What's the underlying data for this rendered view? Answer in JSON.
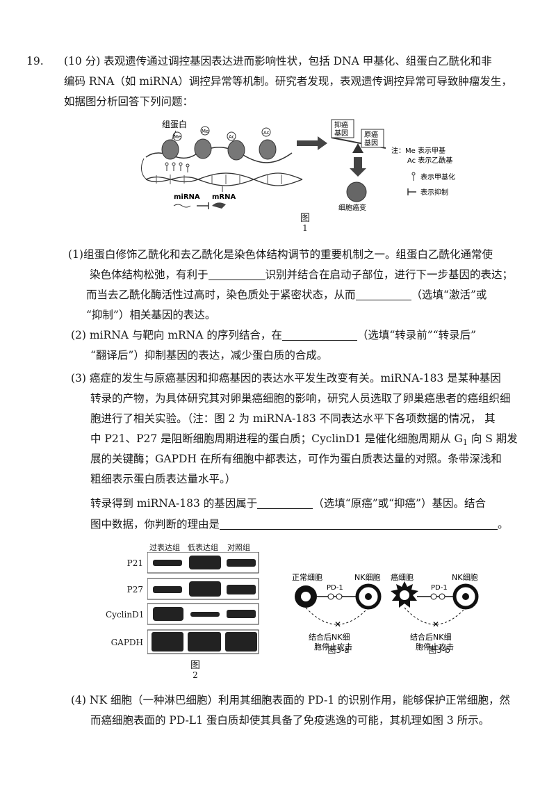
{
  "question": {
    "number": "19.",
    "intro_lines": [
      "(10 分) 表观遗传通过调控基因表达进而影响性状，包括 DNA 甲基化、组蛋白乙酰化和非",
      "编码 RNA（如 miRNA）调控异常等机制。研究者发现，表观遗传调控异常可导致肿瘤发生，",
      "如据图分析回答下列问题："
    ]
  },
  "figure1": {
    "histone_label": "组蛋白",
    "me": "Me",
    "ac": "Ac",
    "mirna": "miRNA",
    "mrna": "mRNA",
    "suppressor_gene": [
      "抑癌",
      "基因"
    ],
    "oncogene": [
      "原癌",
      "基因"
    ],
    "cancer_label": "细胞癌变",
    "legend": [
      "注：Me 表示甲基",
      "Ac 表示乙酰基",
      "表示甲基化",
      "表示抑制"
    ],
    "caption": [
      "图",
      "1"
    ]
  },
  "q1": {
    "lines": [
      "(1)组蛋白修饰乙酰化和去乙酰化是染色体结构调节的重要机制之一。组蛋白乙酰化通常使",
      "染色体结构松弛，有利于",
      "识别并结合在启动子部位，进行下一步基因的表达；",
      "而当去乙酰化酶活性过高时，染色质处于紧密状态，从而",
      "（选填“激活”或",
      "“抑制”）相关基因的表达。"
    ]
  },
  "q2": {
    "lines": [
      "(2)  miRNA  与靶向  mRNA  的序列结合，在",
      "（选填“转录前”“转录后”",
      "“翻译后”）抑制基因的表达，减少蛋白质的合成。"
    ]
  },
  "q3": {
    "lines": [
      "(3)  癌症的发生与原癌基因和抑癌基因的表达水平发生改变有关。miRNA-183 是某种基因",
      "转录的产物，为具体研究其对卵巢癌细胞的影响，研究人员选取了卵巢癌患者的癌组织细",
      "胞进行了相关实验。（注：图 2 为  miRNA-183 不同表达水平下各项数据的情况，  其",
      "中 P21、P27 是阻断细胞周期进程的蛋白质；CyclinD1 是催化细胞周期从 G",
      "1",
      " 向 S 期发",
      "展的关键酶；GAPDH 在所有细胞中都表达，可作为蛋白质表达量的对照。条带深浅和",
      "粗细表示蛋白质表达量水平。）",
      "转录得到  miRNA-183 的基因属于",
      "（选填“原癌”或“抑癌”）基因。结合",
      "图中数据，你判断的理由是",
      "。"
    ]
  },
  "figure2": {
    "columns": [
      "过表达组",
      "低表达组",
      "对照组"
    ],
    "rows": [
      "P21",
      "P27",
      "CyclinD1",
      "GAPDH"
    ],
    "caption": [
      "图",
      "2"
    ]
  },
  "figure3a": {
    "normal_cell": "正常细胞",
    "nk_cell": "NK细胞",
    "pd1": "PD-1",
    "stop": [
      "结合后NK细",
      "胞停止攻击"
    ],
    "caption": "图3-a"
  },
  "figure3b": {
    "cancer_cell": "癌细胞",
    "nk_cell": "NK细胞",
    "pd1": "PD-1",
    "stop": [
      "结合后NK细",
      "胞停止攻击"
    ],
    "caption": "图3-b"
  },
  "q4": {
    "lines": [
      "(4)  NK 细胞（一种淋巴细胞）利用其细胞表面的  PD-1 的识别作用，能够保护正常细胞，然",
      "而癌细胞表面的 PD-L1 蛋白质却使其具备了免疫逃逸的可能，其机理如图  3 所示。"
    ]
  }
}
